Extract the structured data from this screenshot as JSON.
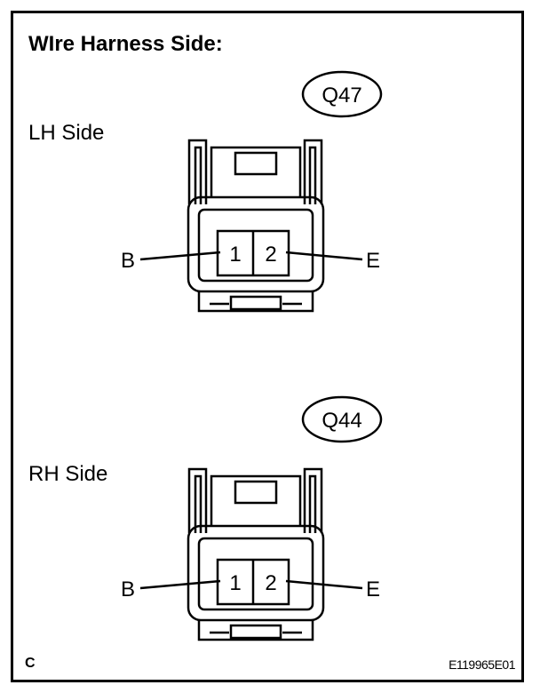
{
  "title": "WIre Harness Side:",
  "connectors": [
    {
      "id": "Q47",
      "side": "LH Side",
      "pins": [
        "1",
        "2"
      ],
      "left_terminal": "B",
      "right_terminal": "E"
    },
    {
      "id": "Q44",
      "side": "RH Side",
      "pins": [
        "1",
        "2"
      ],
      "left_terminal": "B",
      "right_terminal": "E"
    }
  ],
  "footer": {
    "letter": "C",
    "figure_id": "E119965E01"
  }
}
